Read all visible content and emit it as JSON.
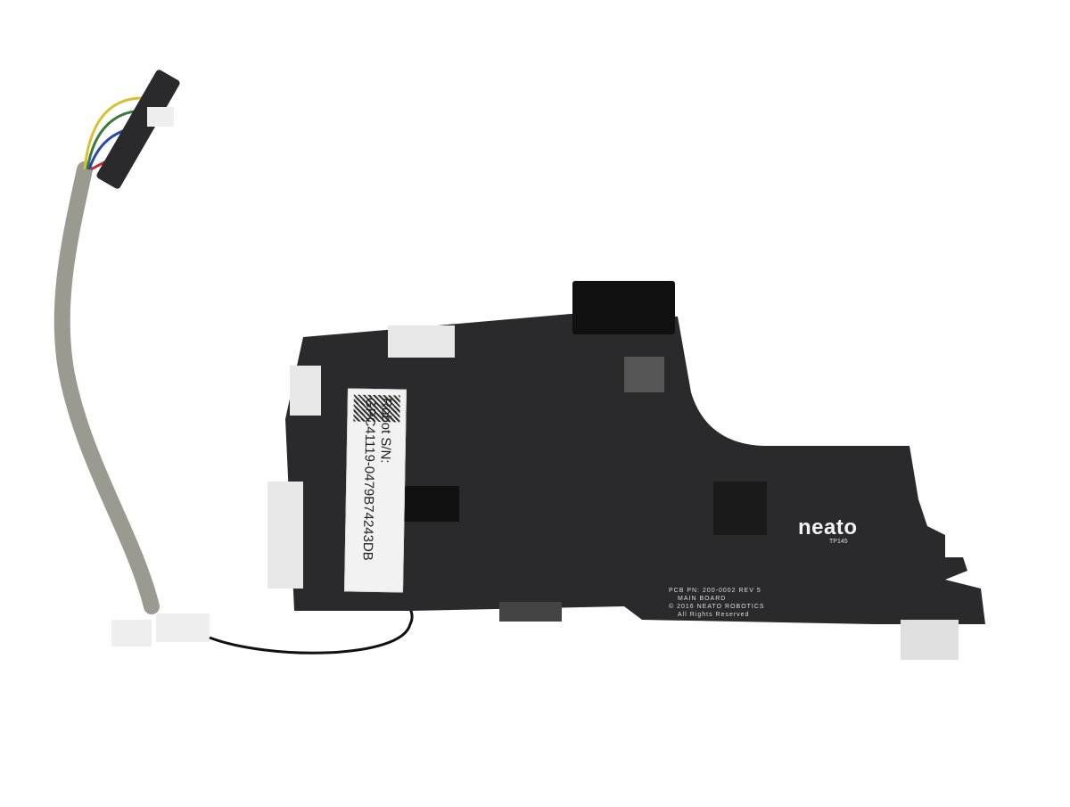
{
  "image": {
    "description": "Neato robot vacuum main PCB with attached ribbon cable and sensor board on white background",
    "label": {
      "line1": "Robot S/N:",
      "line2": "GPC41119-0479B74243DB"
    },
    "board": {
      "brand": "neato",
      "test_point": "TP145",
      "pcb_pn": "PCB PN: 200-0002 REV 5",
      "board_name": "MAIN BOARD",
      "copyright": "© 2016 NEATO ROBOTICS",
      "rights": "All Rights Reserved"
    },
    "colors": {
      "background": "#ffffff",
      "pcb": "#2a2a2c",
      "connector_white": "#eeeeee",
      "cable_sleeve": "#9a9a90"
    }
  }
}
